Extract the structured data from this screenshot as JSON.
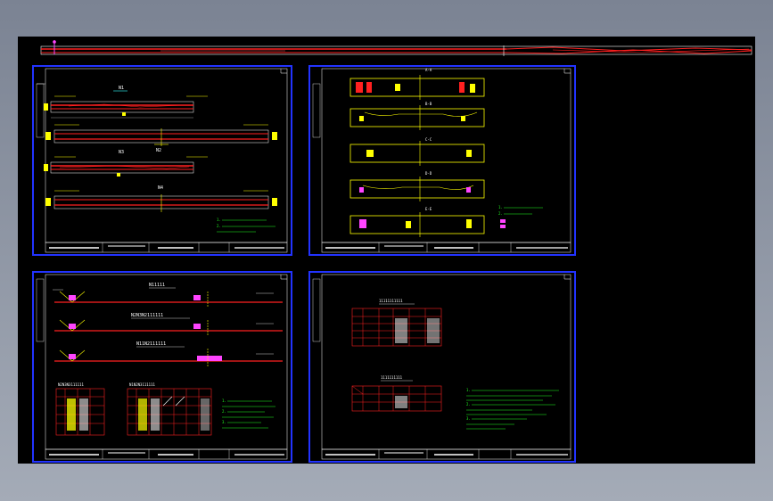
{
  "colors": {
    "background": "#000000",
    "sheet_border": "#2233ff",
    "bar": "#ff2020",
    "dim": "#ffff00",
    "text": "#ffffff",
    "note": "#22ff22",
    "mark": "#ff44ff",
    "cyan": "#33ffff"
  },
  "sheet_tl": {
    "labels": {
      "a": "N1",
      "b": "N2",
      "c": "N3",
      "d": "N4"
    },
    "notes": [
      "1.",
      "2."
    ]
  },
  "sheet_tr": {
    "sections": {
      "a": "A-A",
      "b": "B-B",
      "c": "C-C",
      "d": "D-D",
      "e": "E-E"
    },
    "notes": [
      "1.",
      "2."
    ]
  },
  "sheet_bl": {
    "rebar_labels": {
      "a": "N11111",
      "b": "N2N3N2111111",
      "c": "N11N2111111"
    },
    "table_titles": {
      "a": "N2N3N3111111",
      "b": "N1N2N3111111"
    },
    "notes": [
      "1.",
      "2.",
      "3."
    ]
  },
  "sheet_br": {
    "table_titles": {
      "a": "11111111111",
      "b": "1111111111"
    },
    "notes": [
      "1.",
      "2.",
      "3."
    ]
  }
}
